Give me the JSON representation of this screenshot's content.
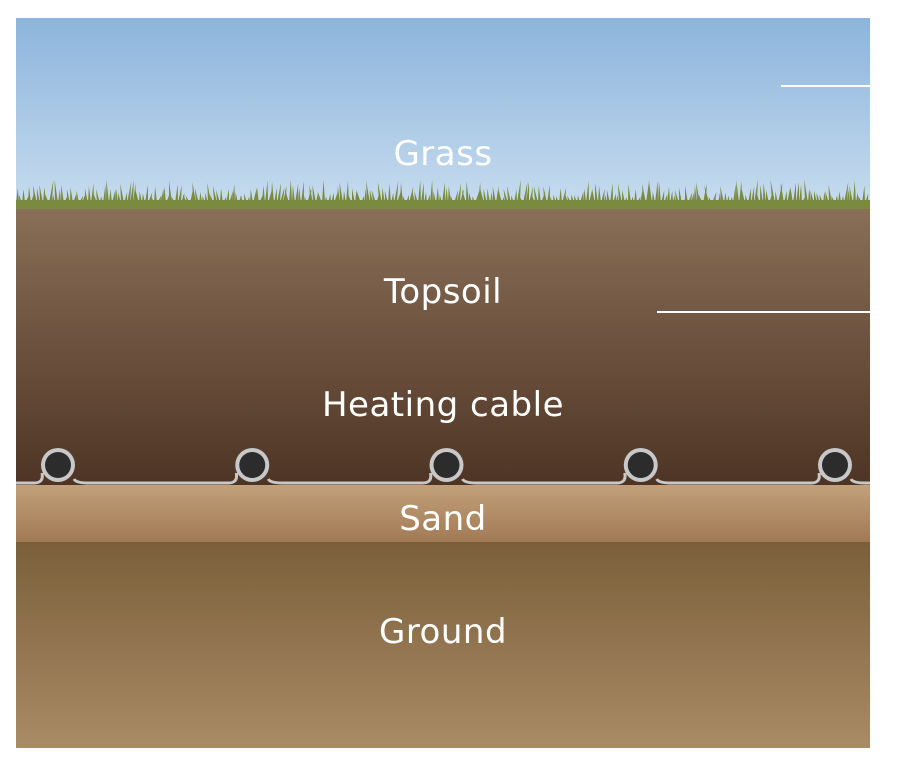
{
  "diagram": {
    "layers": {
      "grass": {
        "label": "Grass"
      },
      "topsoil": {
        "label": "Topsoil"
      },
      "heating_cable": {
        "label": "Heating cable"
      },
      "sand": {
        "label": "Sand"
      },
      "ground": {
        "label": "Ground"
      }
    },
    "cable_count": 5,
    "colors": {
      "sky_top": "#8cb4dc",
      "sky_bottom": "#c7dcef",
      "grass": "#7a8a3e",
      "topsoil_top": "#8a7058",
      "topsoil_bottom": "#4e3424",
      "sand_top": "#b89470",
      "sand_bottom": "#a17a55",
      "ground_top": "#7a5f3a",
      "ground_bottom": "#a98b66",
      "cable": "#2c2c2c",
      "cable_sheath": "#c8c8c8",
      "label": "#ffffff"
    }
  }
}
